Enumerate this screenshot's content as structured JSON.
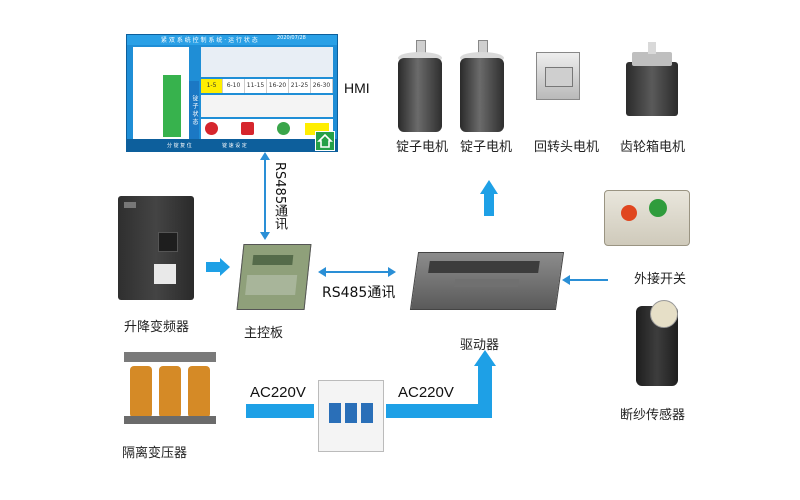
{
  "hmi": {
    "label": "HMI",
    "title": "紧 双 系 统 控 制 系 统 · 运 行 状 态",
    "date": "2020/07/28",
    "tabs": [
      "1-5",
      "6-10",
      "11-15",
      "16-20",
      "21-25",
      "26-30"
    ],
    "side_tab": "锭 子 状 态",
    "footer_left": "分 锭 复 位",
    "footer_right": "锭 速 设 定"
  },
  "motors": [
    {
      "label": "锭子电机"
    },
    {
      "label": "锭子电机"
    },
    {
      "label": "回转头电机"
    },
    {
      "label": "齿轮箱电机"
    }
  ],
  "components": {
    "inverter": "升降变频器",
    "main_board": "主控板",
    "driver": "驱动器",
    "external_switch": "外接开关",
    "break_sensor": "断纱传感器",
    "transformer": "隔离变压器"
  },
  "links": {
    "rs485_vertical": "RS485通讯",
    "rs485_horizontal": "RS485通讯",
    "ac1": "AC220V",
    "ac2": "AC220V"
  },
  "colors": {
    "arrow": "#2a8fd6",
    "fat_arrow": "#1ea0e6",
    "hmi_bg": "#1f8ed6"
  }
}
